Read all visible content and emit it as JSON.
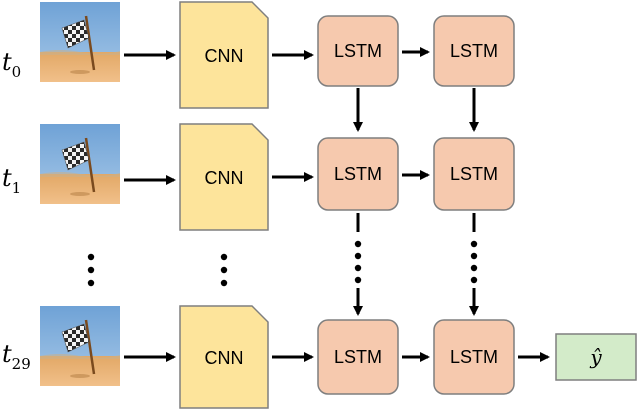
{
  "time_labels": [
    {
      "base": "t",
      "sub": "0"
    },
    {
      "base": "t",
      "sub": "1"
    },
    {
      "base": "t",
      "sub": "29"
    }
  ],
  "cnn_label": "CNN",
  "lstm_label": "LSTM",
  "output_label": "ŷ",
  "colors": {
    "cnn_fill": "#fde49b",
    "cnn_stroke": "#7f7f7f",
    "lstm_fill": "#f6c9ae",
    "lstm_stroke": "#7f7f7f",
    "output_fill": "#d3ebc9",
    "output_stroke": "#7f7f7f",
    "arrow": "#000000"
  },
  "icons": {
    "frame": "checkered-flag-desert-photo"
  }
}
